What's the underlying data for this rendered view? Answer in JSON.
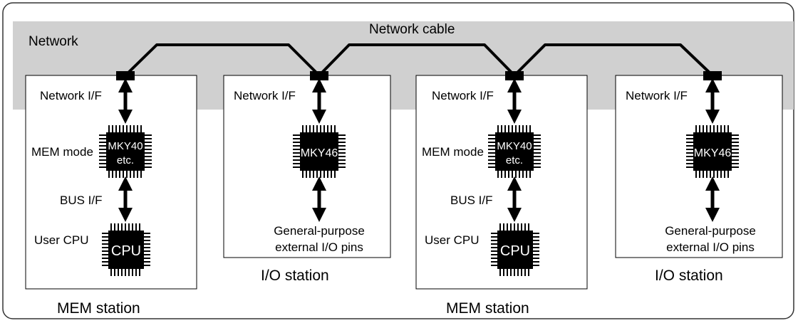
{
  "network": {
    "area_label": "Network",
    "cable_label": "Network cable"
  },
  "stations": [
    {
      "type": "mem",
      "network_if_label": "Network I/F",
      "mode_label": "MEM mode",
      "chip_line1": "MKY40",
      "chip_line2": "etc.",
      "bus_if_label": "BUS I/F",
      "cpu_label": "User CPU",
      "cpu_chip": "CPU",
      "station_label": "MEM station"
    },
    {
      "type": "io",
      "network_if_label": "Network I/F",
      "chip_line1": "MKY46",
      "io_line1": "General-purpose",
      "io_line2": "external I/O pins",
      "station_label": "I/O station"
    },
    {
      "type": "mem",
      "network_if_label": "Network I/F",
      "mode_label": "MEM mode",
      "chip_line1": "MKY40",
      "chip_line2": "etc.",
      "bus_if_label": "BUS I/F",
      "cpu_label": "User CPU",
      "cpu_chip": "CPU",
      "station_label": "MEM station"
    },
    {
      "type": "io",
      "network_if_label": "Network I/F",
      "chip_line1": "MKY46",
      "io_line1": "General-purpose",
      "io_line2": "external I/O pins",
      "station_label": "I/O station"
    }
  ]
}
